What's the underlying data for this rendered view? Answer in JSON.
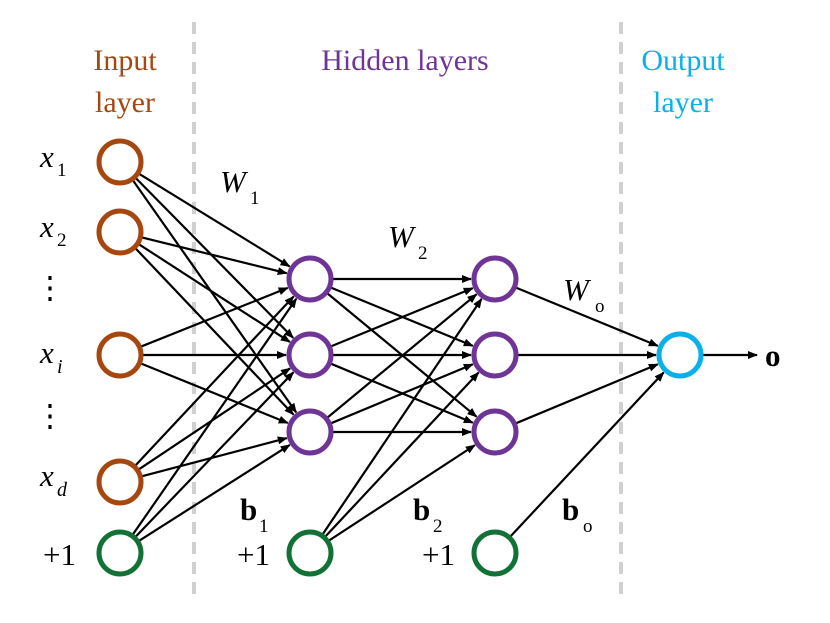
{
  "titles": {
    "input": "Input",
    "input2": "layer",
    "hidden": "Hidden layers",
    "output": "Output",
    "output2": "layer"
  },
  "colors": {
    "input": "#a5470f",
    "hidden": "#6e3596",
    "output": "#0ab0e8",
    "bias": "#127236",
    "divider": "#d0d0d0",
    "edge": "#000000"
  },
  "input_labels": [
    {
      "base": "x",
      "sub": "1"
    },
    {
      "base": "x",
      "sub": "2"
    },
    {
      "base": "x",
      "sub": "i"
    },
    {
      "base": "x",
      "sub": "d"
    }
  ],
  "bias_label": "+1",
  "weights": {
    "w1": {
      "base": "W",
      "sub": "1"
    },
    "w2": {
      "base": "W",
      "sub": "2"
    },
    "wo": {
      "base": "W",
      "sub": "o"
    }
  },
  "biases": {
    "b1": {
      "base": "b",
      "sub": "1"
    },
    "b2": {
      "base": "b",
      "sub": "2"
    },
    "bo": {
      "base": "b",
      "sub": "o"
    }
  },
  "output_label": "o",
  "ellipsis": "⋮",
  "network": {
    "input_nodes": 4,
    "hidden_layers": 2,
    "hidden_nodes_per_layer": 3,
    "output_nodes": 1,
    "bias_nodes": 3
  }
}
